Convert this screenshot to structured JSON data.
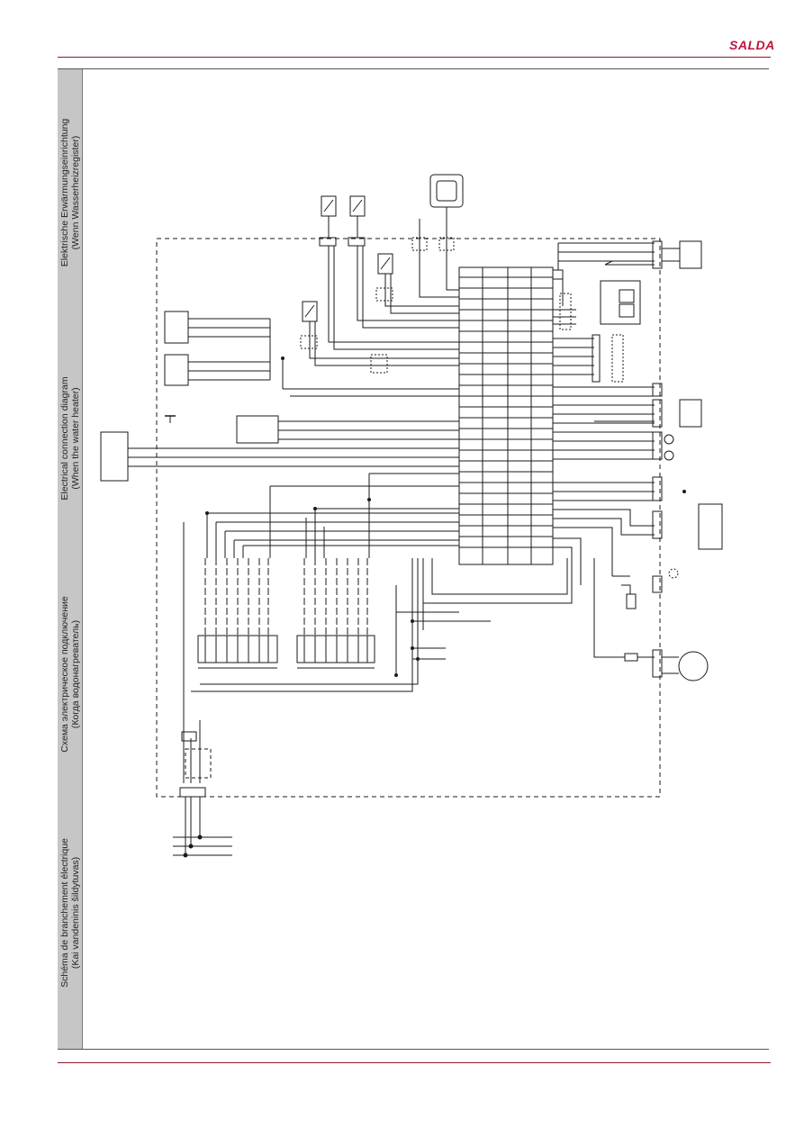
{
  "header": {
    "brand": "SALDA"
  },
  "sidebar": {
    "labels": [
      {
        "line1": "Elektrische Erwärmungseinrichtung",
        "line2": "(Wenn Wasserheizregister)"
      },
      {
        "line1": "Electrical connection diagram",
        "line2": "(When the water heater)"
      },
      {
        "line1": "Схема электрическое подключение",
        "line2": "(Когда водонагреватель)"
      },
      {
        "line1": "Schéma de branchement électrique",
        "line2": "(Kai vandeninis šildytuvas)"
      }
    ]
  },
  "colors": {
    "brand": "#c0143c",
    "rule": "#8b1a2b",
    "sidebar": "#c6c6c6",
    "wire": "#1a1a1a"
  }
}
